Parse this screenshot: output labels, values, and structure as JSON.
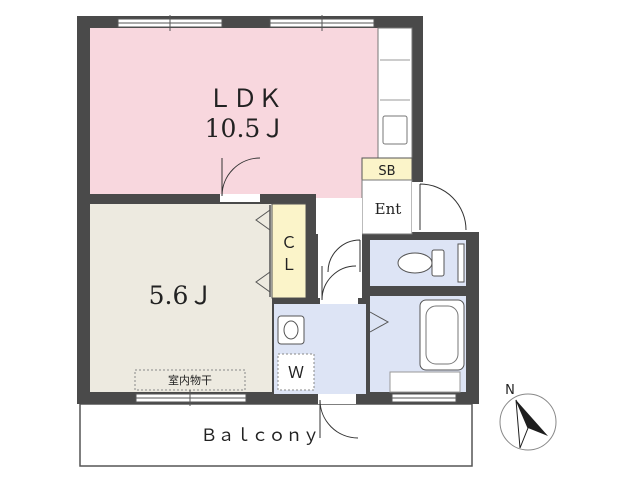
{
  "rooms": {
    "ldk": {
      "name": "ＬＤＫ",
      "size": "10.5Ｊ",
      "color": "#f8d7de"
    },
    "bedroom": {
      "name": "5.6Ｊ",
      "color": "#edeae0"
    },
    "closet": {
      "name": "ＣＬ",
      "color": "#fbf4c9"
    },
    "shoe_box": {
      "name": "SB",
      "color": "#fbf4c9"
    },
    "entrance": {
      "name": "Ent"
    },
    "washer": {
      "name": "Ｗ"
    },
    "wet_area_color": "#dde4f5"
  },
  "drying_rack": {
    "label": "室内物干"
  },
  "balcony": {
    "label": "Ｂａｌｃｏｎｙ"
  },
  "compass": {
    "label": "N"
  },
  "colors": {
    "wall": "#4a4a4a",
    "line": "#333333"
  }
}
